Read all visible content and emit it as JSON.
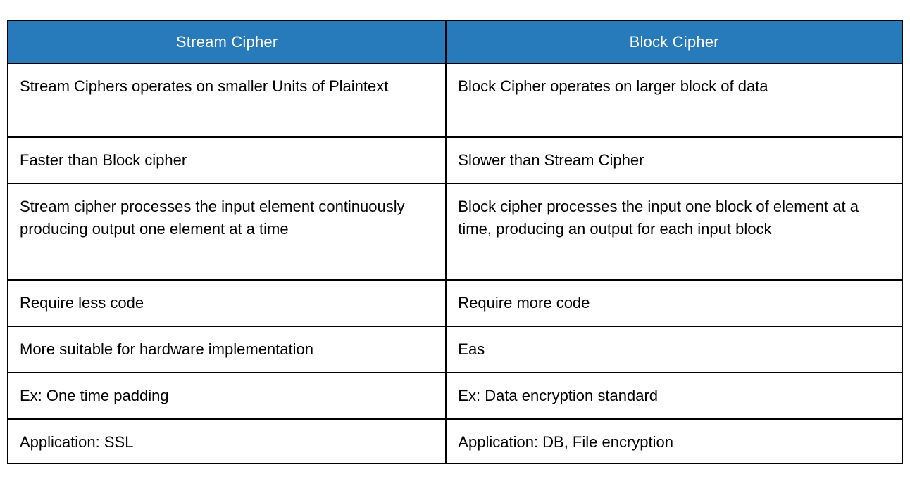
{
  "colors": {
    "header_bg": "#277BBA",
    "header_text": "#FFFFFF",
    "border": "#000000",
    "cell_text": "#000000",
    "page_bg": "#FFFFFF"
  },
  "table": {
    "headers": {
      "left": "Stream Cipher",
      "right": "Block Cipher"
    },
    "rows": [
      {
        "left": "Stream Ciphers operates on smaller Units of Plaintext",
        "right": "Block Cipher operates on larger block of data"
      },
      {
        "left": "Faster than Block cipher",
        "right": "Slower than Stream Cipher"
      },
      {
        "left": "Stream cipher processes the input element continuously producing output one element at a time",
        "right": "Block cipher processes the input one block of element at a time, producing an output for each input block"
      },
      {
        "left": "Require less code",
        "right": "Require more code"
      },
      {
        "left": "More suitable for hardware implementation",
        "right": "Eas"
      },
      {
        "left": "Ex: One time padding",
        "right": "Ex: Data encryption standard"
      },
      {
        "left": "Application: SSL",
        "right": "Application: DB, File encryption"
      }
    ]
  }
}
